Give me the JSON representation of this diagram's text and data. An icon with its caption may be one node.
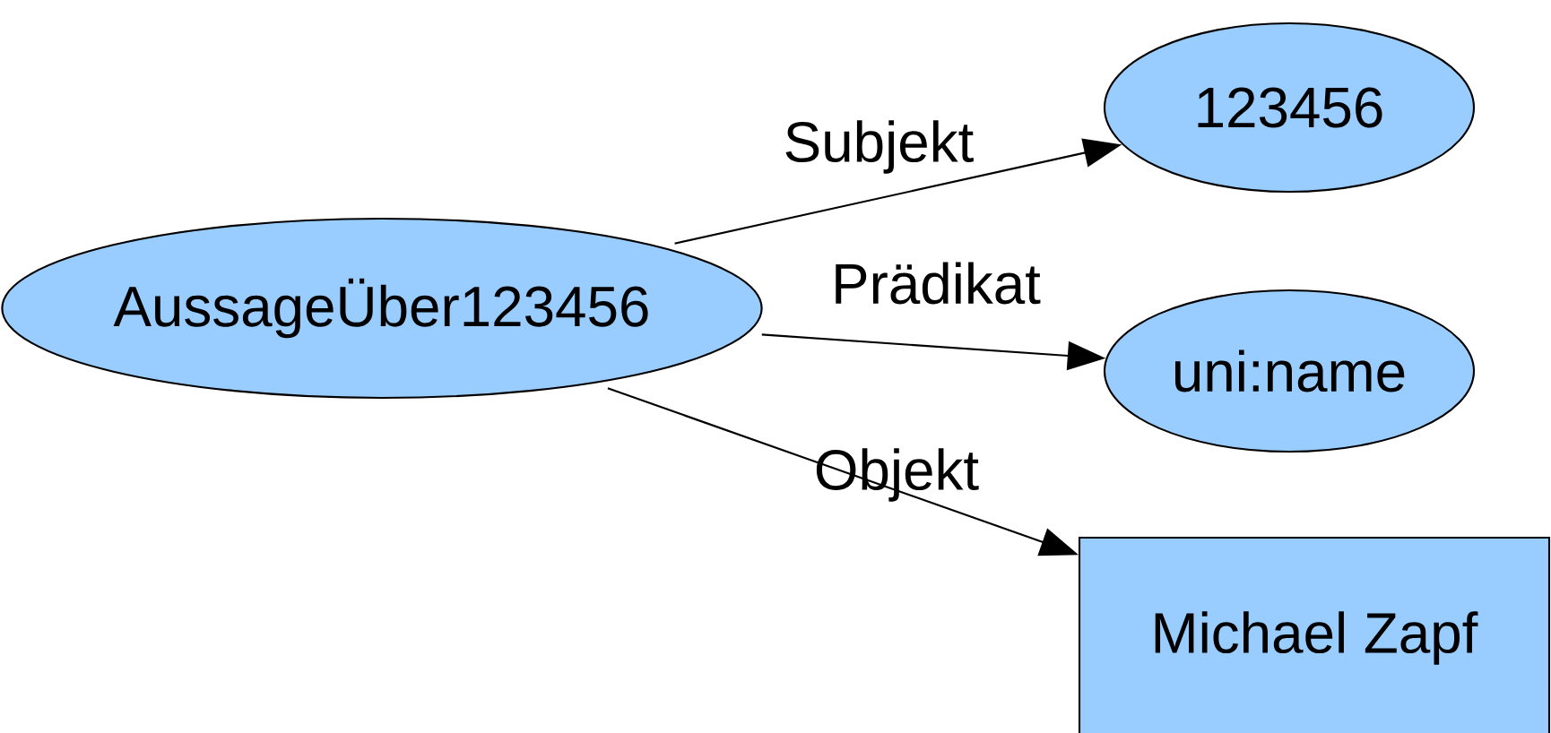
{
  "diagram": {
    "nodes": [
      {
        "text": [
          "AussageÜber123456"
        ]
      },
      {
        "text": [
          "123456"
        ]
      },
      {
        "text": [
          "uni:name"
        ]
      },
      {
        "text": [
          "Michael Zapf"
        ]
      }
    ],
    "edges": [
      {
        "from": 0,
        "to": 1,
        "arrow": "to",
        "label": "Subjekt"
      },
      {
        "from": 0,
        "to": 2,
        "arrow": "to",
        "label": "Prädikat"
      },
      {
        "from": 0,
        "to": 3,
        "arrow": "to",
        "label": "Objekt"
      }
    ]
  }
}
